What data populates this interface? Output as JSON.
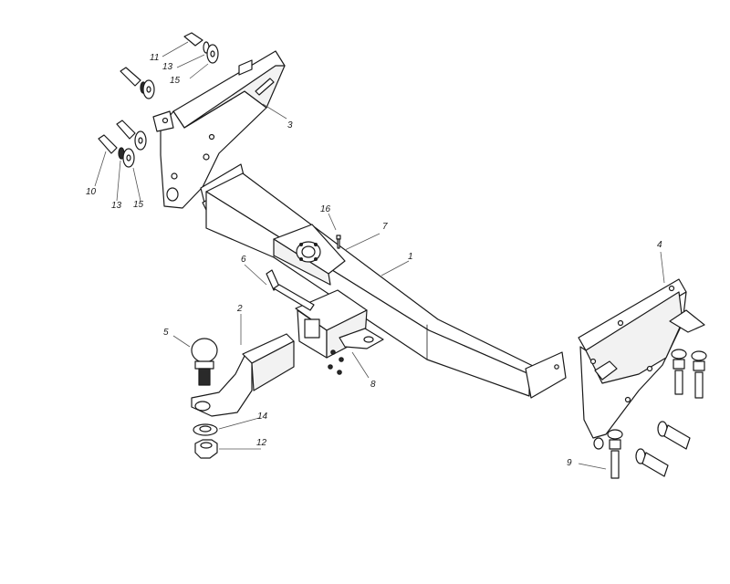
{
  "callouts": {
    "c1": "1",
    "c2": "2",
    "c3": "3",
    "c4": "4",
    "c5": "5",
    "c6": "6",
    "c7": "7",
    "c8": "8",
    "c9": "9",
    "c10": "10",
    "c11": "11",
    "c12": "12",
    "c13a": "13",
    "c13b": "13",
    "c14": "14",
    "c15a": "15",
    "c15b": "15",
    "c16": "16"
  }
}
